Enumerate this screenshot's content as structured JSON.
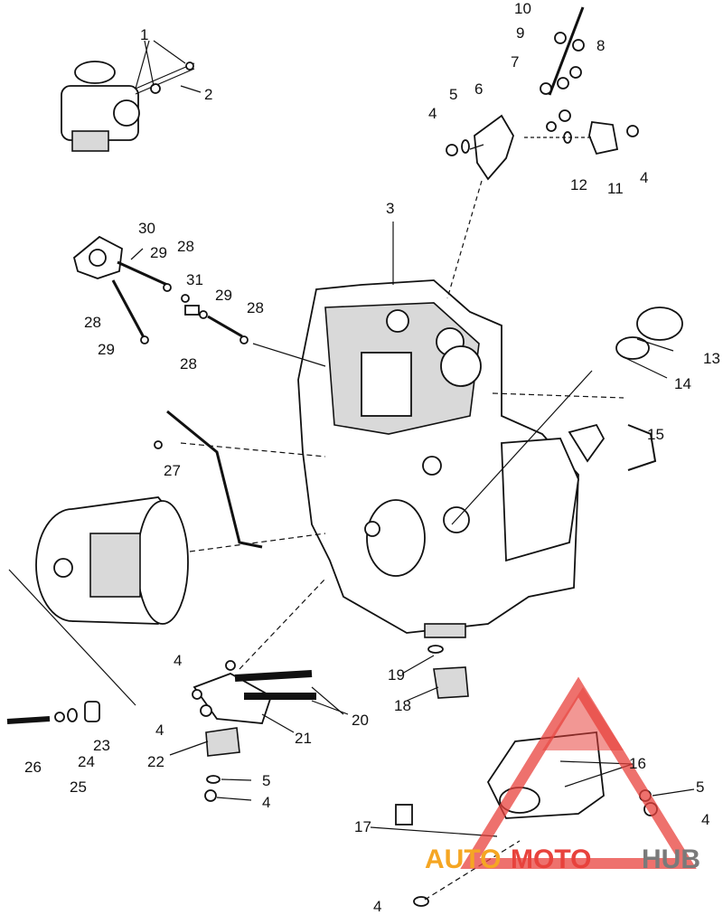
{
  "labels": {
    "l1": "1",
    "l2": "2",
    "l3": "3",
    "l4a": "4",
    "l4b": "4",
    "l4c": "4",
    "l4d": "4",
    "l4e": "4",
    "l4f": "4",
    "l4g": "4",
    "l5a": "5",
    "l5b": "5",
    "l5c": "5",
    "l6": "6",
    "l7": "7",
    "l8": "8",
    "l9": "9",
    "l10": "10",
    "l11": "11",
    "l12": "12",
    "l13": "13",
    "l14": "14",
    "l15": "15",
    "l16": "16",
    "l17": "17",
    "l18": "18",
    "l19": "19",
    "l20": "20",
    "l21": "21",
    "l22": "22",
    "l23": "23",
    "l24": "24",
    "l25": "25",
    "l26": "26",
    "l27": "27",
    "l28a": "28",
    "l28b": "28",
    "l28c": "28",
    "l28d": "28",
    "l29a": "29",
    "l29b": "29",
    "l29c": "29",
    "l30": "30",
    "l31": "31"
  },
  "watermark": {
    "part1": "AUTO",
    "part2": "MOTO",
    "part3": "HUB",
    "color_red": "#e8423c",
    "color_orange": "#f5a623",
    "color_grey": "#7a7a7a"
  }
}
